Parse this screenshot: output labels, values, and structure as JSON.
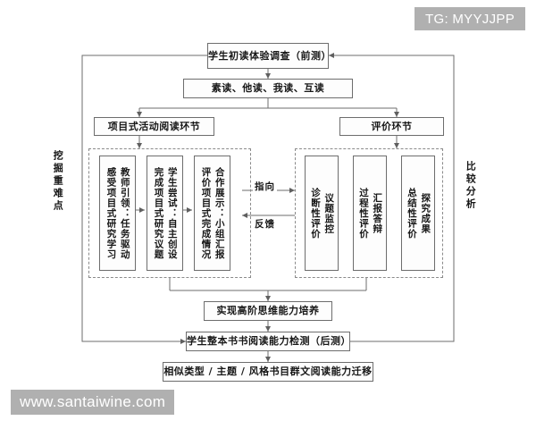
{
  "watermarks": {
    "tg_tag": "TG: MYYJJPP",
    "site": "www.santaiwine.com"
  },
  "diagram": {
    "type": "flowchart",
    "title_node": "学生初读体验调查（前测）",
    "nodes": {
      "pretest": "学生初读体验调查（前测）",
      "reading_modes": "素读、他读、我读、互读",
      "project_stage": "项目式活动阅读环节",
      "eval_stage": "评价环节",
      "project_1": "教师引领：任务驱动\n感受项目式研究学习",
      "project_2": "学生尝试：自主创设\n完成项目式研究议题",
      "project_3": "合作展示：小组汇报\n评价项目式完成情况",
      "eval_1": "议题监控\n诊断性评价",
      "eval_2": "汇报答辩\n过程性评价",
      "eval_3": "探究成果\n总结性评价",
      "higher_order": "实现高阶思维能力培养",
      "posttest": "学生整本书书阅读能力检测（后测）",
      "transfer": "相似类型 / 主题 / 风格书目群文阅读能力迁移"
    },
    "side_labels": {
      "left": "挖掘重难点",
      "right": "比较分析"
    },
    "edge_labels": {
      "point_to": "指向",
      "feedback": "反馈"
    },
    "colors": {
      "line": "#6d6d6d",
      "dashed": "#8a8a8a",
      "text": "#171717",
      "watermark_bg": "#b0b0b0",
      "background": "#ffffff"
    }
  }
}
